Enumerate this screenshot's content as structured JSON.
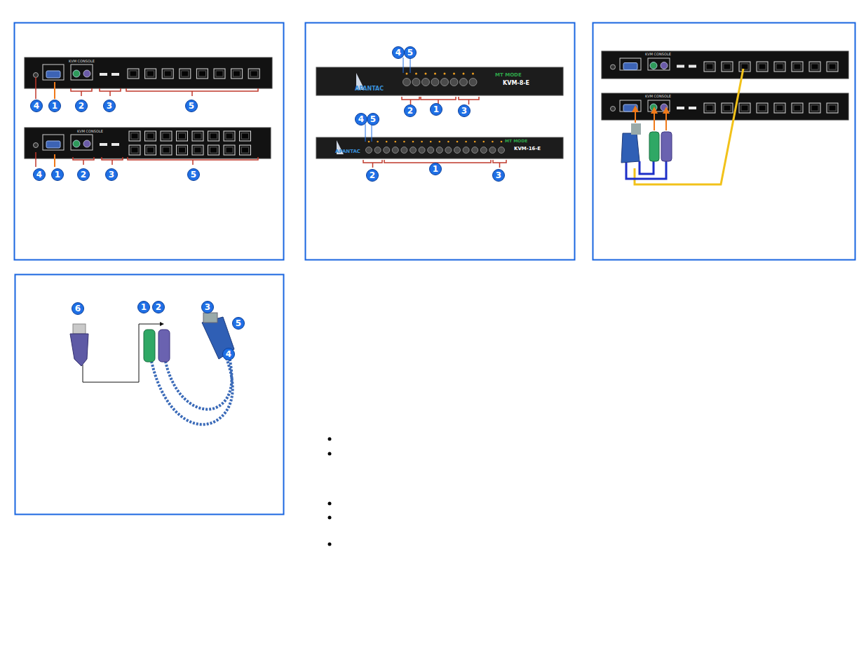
{
  "diagram": {
    "nodes": [
      {
        "text": [
          "4"
        ]
      },
      {
        "text": [
          "1"
        ]
      },
      {
        "text": [
          "2"
        ]
      },
      {
        "text": [
          "3"
        ]
      },
      {
        "text": [
          "5"
        ]
      },
      {
        "text": [
          "4"
        ]
      },
      {
        "text": [
          "1"
        ]
      },
      {
        "text": [
          "2"
        ]
      },
      {
        "text": [
          "3"
        ]
      },
      {
        "text": [
          "5"
        ]
      },
      {
        "text": [
          "4"
        ]
      },
      {
        "text": [
          "5"
        ]
      },
      {
        "text": [
          "2"
        ]
      },
      {
        "text": [
          "1"
        ]
      },
      {
        "text": [
          "3"
        ]
      },
      {
        "text": [
          "4"
        ]
      },
      {
        "text": [
          "5"
        ]
      },
      {
        "text": [
          "2"
        ]
      },
      {
        "text": [
          "1"
        ]
      },
      {
        "text": [
          "3"
        ]
      },
      {
        "text": [
          "6"
        ]
      },
      {
        "text": [
          "1"
        ]
      },
      {
        "text": [
          "2"
        ]
      },
      {
        "text": [
          "3"
        ]
      },
      {
        "text": [
          "5"
        ]
      },
      {
        "text": [
          "4"
        ]
      }
    ],
    "labels": [
      "KVM CONSOLE",
      "KVM CONSOLE",
      "APANTAC",
      "MT MODE",
      "KVM-8-E",
      "APANTAC",
      "MT MODE",
      "KVM-16-E",
      "KVM CONSOLE",
      "KVM CONSOLE"
    ]
  }
}
